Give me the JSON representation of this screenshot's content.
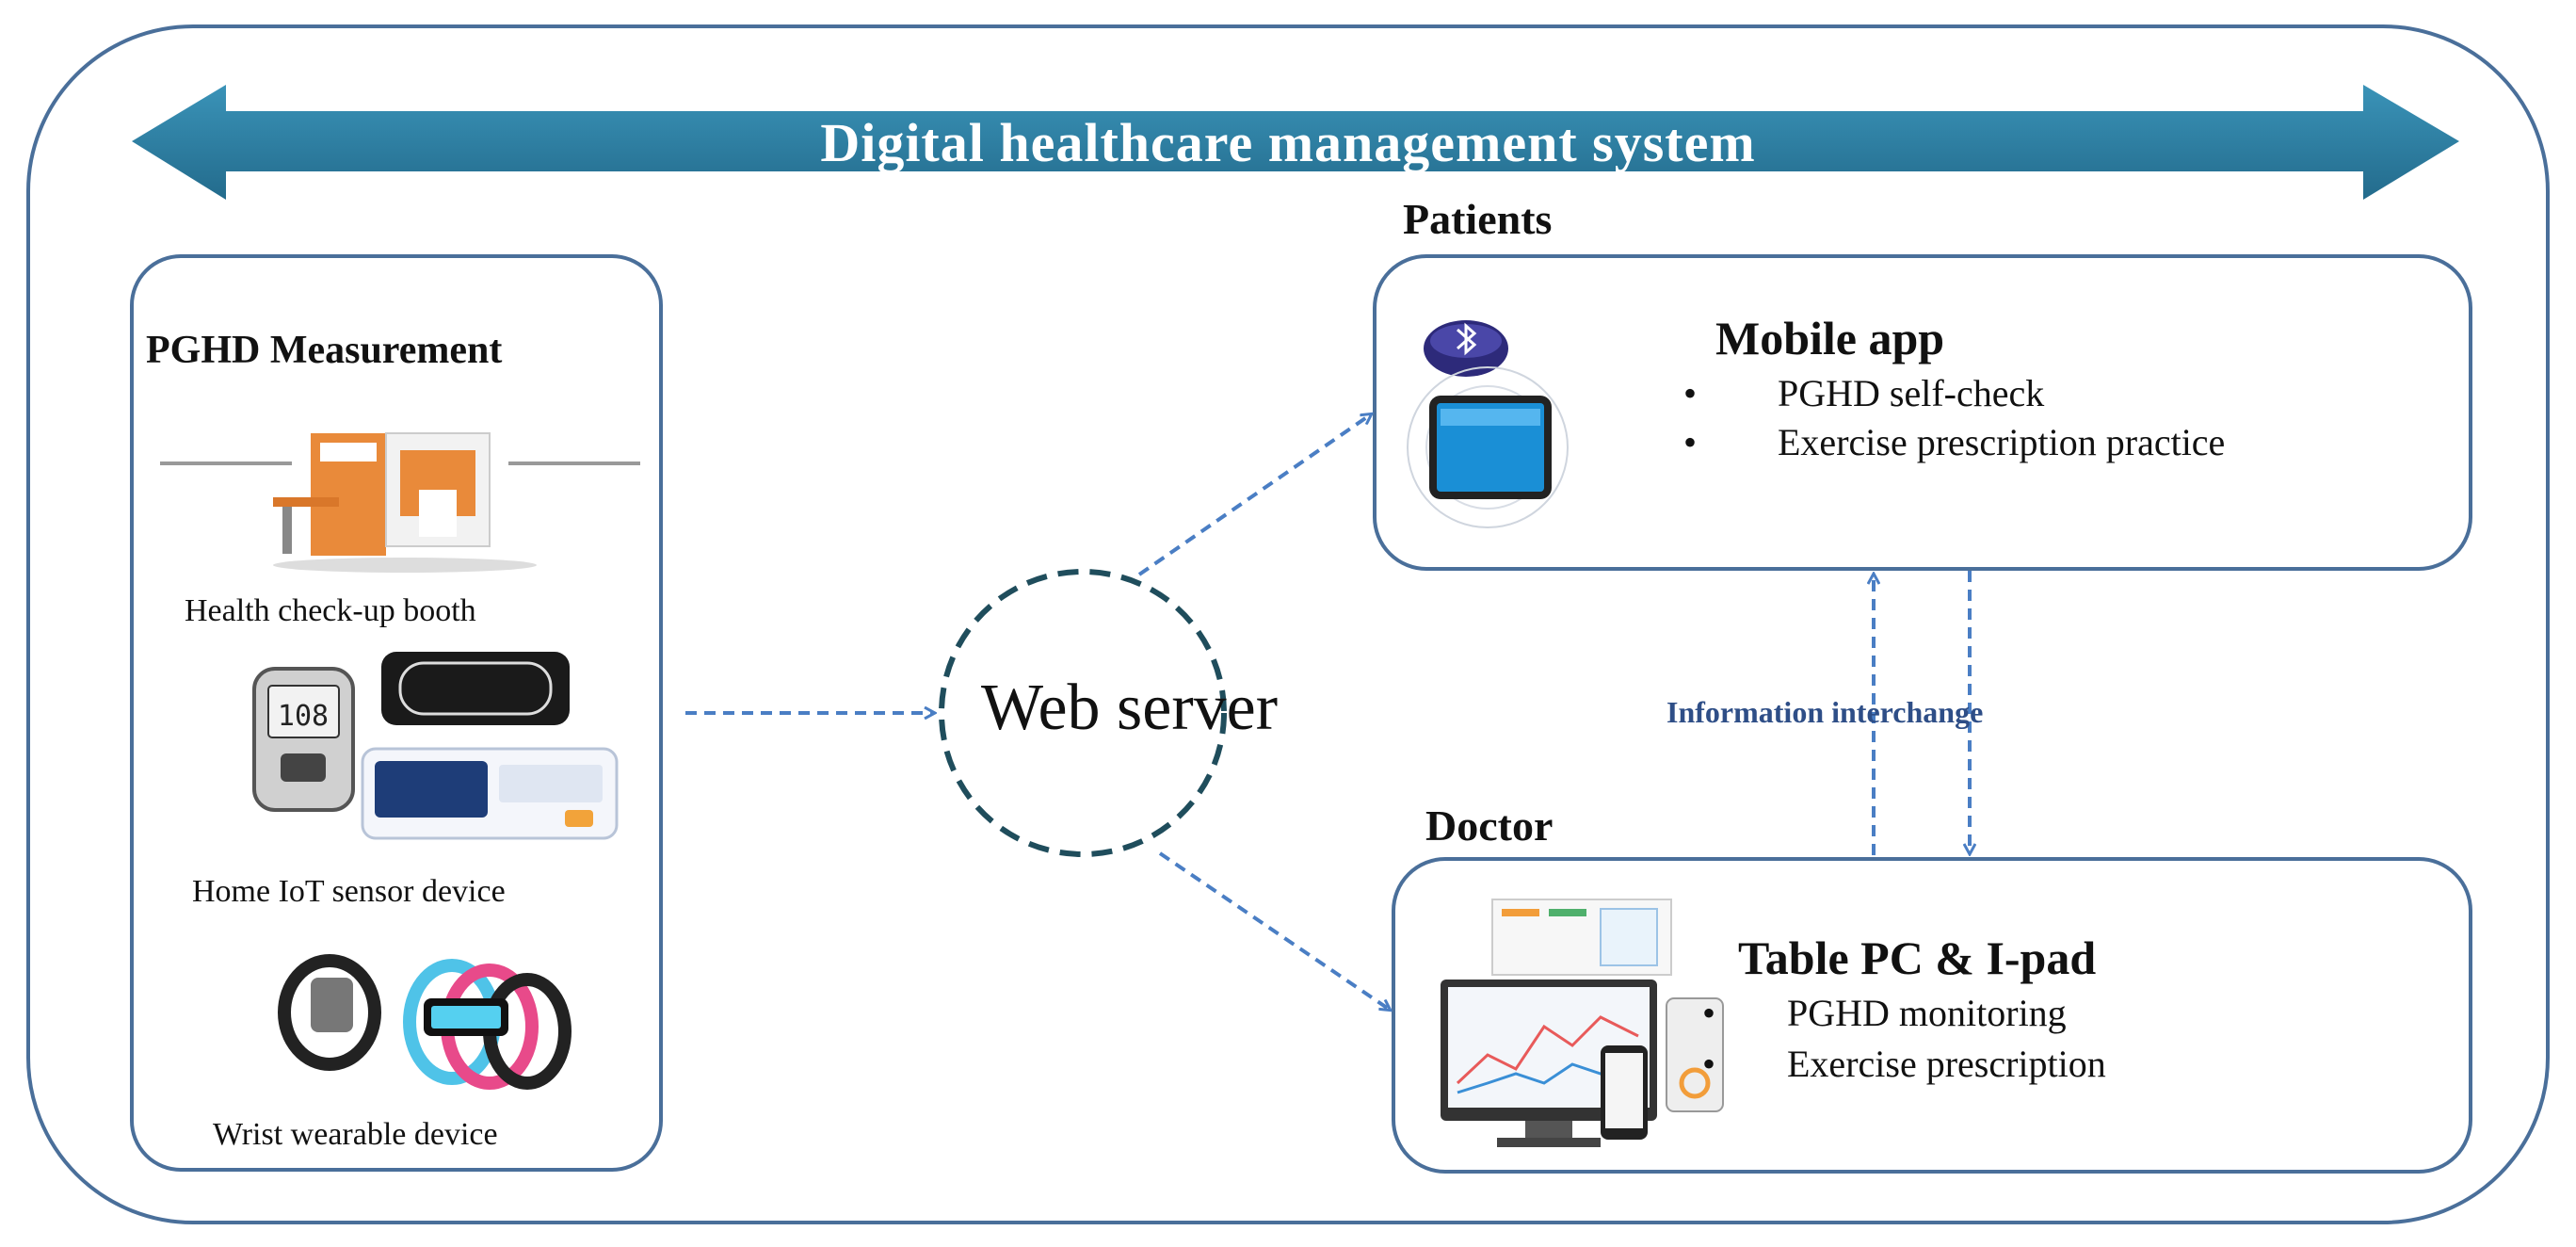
{
  "banner": {
    "title": "Digital healthcare management system"
  },
  "pghd": {
    "heading": "PGHD Measurement",
    "devices": [
      {
        "caption": "Health  check-up booth",
        "icon": "health-booth-image"
      },
      {
        "caption": "Home  IoT  sensor  device",
        "icon": "home-iot-devices-image"
      },
      {
        "caption": "Wrist  wearable  device",
        "icon": "wrist-wearable-image"
      }
    ]
  },
  "center": {
    "label": "Web server"
  },
  "patients": {
    "heading": "Patients",
    "box_title": "Mobile app",
    "bullets": [
      "PGHD self-check",
      "Exercise  prescription  practice"
    ],
    "bullet_char": "•",
    "icons": [
      "bluetooth-icon",
      "smartphone-icon"
    ]
  },
  "exchange": {
    "label": "Information   interchange"
  },
  "doctor": {
    "heading": "Doctor",
    "box_title": "Table PC & I-pad",
    "bullets": [
      "PGHD  monitoring",
      "Exercise  prescription"
    ],
    "bullet_char": "•",
    "icons": [
      "dashboard-screens-image"
    ]
  },
  "colors": {
    "banner": "#2c7ea1",
    "border": "#4a6f9a",
    "dashed": "#4a7ec4",
    "circle": "#1f4d5c"
  }
}
